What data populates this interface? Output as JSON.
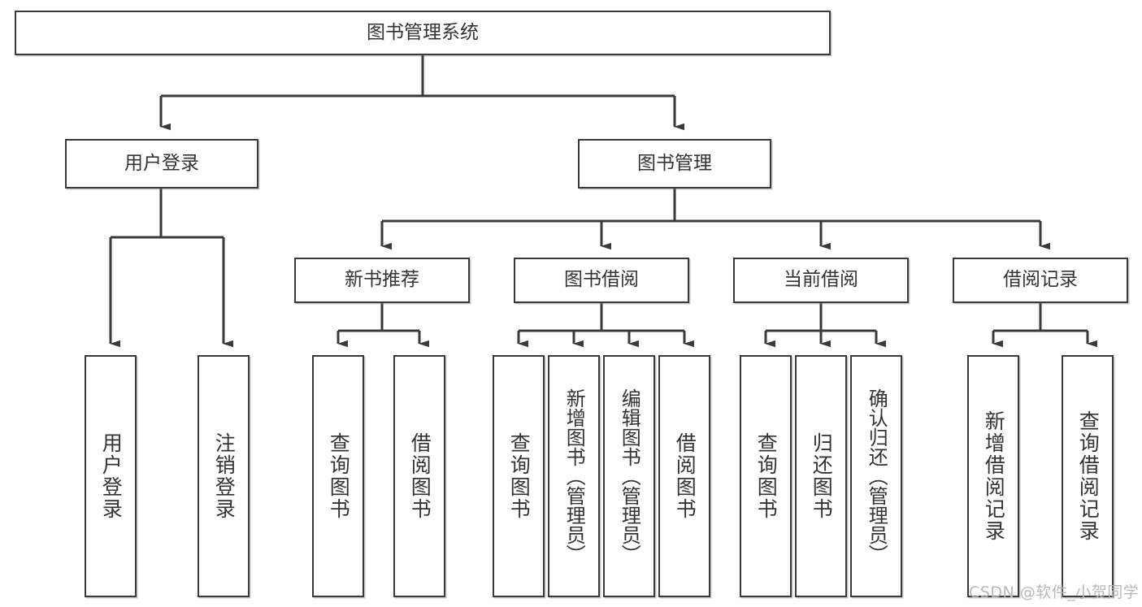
{
  "diagram": {
    "type": "tree-hierarchy-chart",
    "title": "图书管理系统",
    "line_color": "#3a3a3a",
    "box_fill": "#ffffff",
    "text_color": "#333333",
    "nodes": {
      "root": {
        "label": "图书管理系统"
      },
      "level2": [
        {
          "id": "user-login",
          "label": "用户登录"
        },
        {
          "id": "book-manage",
          "label": "图书管理"
        }
      ],
      "level3": [
        {
          "id": "new-book-recommend",
          "label": "新书推荐"
        },
        {
          "id": "book-borrow",
          "label": "图书借阅"
        },
        {
          "id": "current-borrow",
          "label": "当前借阅"
        },
        {
          "id": "borrow-record",
          "label": "借阅记录"
        }
      ],
      "leaves": {
        "user-login": [
          {
            "id": "leaf-user-login",
            "label": "用户登录"
          },
          {
            "id": "leaf-logout-login",
            "label": "注销登录"
          }
        ],
        "new-book-recommend": [
          {
            "id": "leaf-query-book-1",
            "label": "查询图书"
          },
          {
            "id": "leaf-borrow-book-1",
            "label": "借阅图书"
          }
        ],
        "book-borrow": [
          {
            "id": "leaf-query-book-2",
            "label": "查询图书"
          },
          {
            "id": "leaf-add-book-admin",
            "label": "新增图书（管理员）"
          },
          {
            "id": "leaf-edit-book-admin",
            "label": "编辑图书（管理员）"
          },
          {
            "id": "leaf-borrow-book-2",
            "label": "借阅图书"
          }
        ],
        "current-borrow": [
          {
            "id": "leaf-query-book-3",
            "label": "查询图书"
          },
          {
            "id": "leaf-return-book",
            "label": "归还图书"
          },
          {
            "id": "leaf-confirm-return-admin",
            "label": "确认归还（管理员）"
          }
        ],
        "borrow-record": [
          {
            "id": "leaf-add-borrow-record",
            "label": "新增借阅记录"
          },
          {
            "id": "leaf-query-borrow-record",
            "label": "查询借阅记录"
          }
        ]
      }
    }
  },
  "watermark": {
    "text": "CSDN @软件_小贺同学"
  }
}
